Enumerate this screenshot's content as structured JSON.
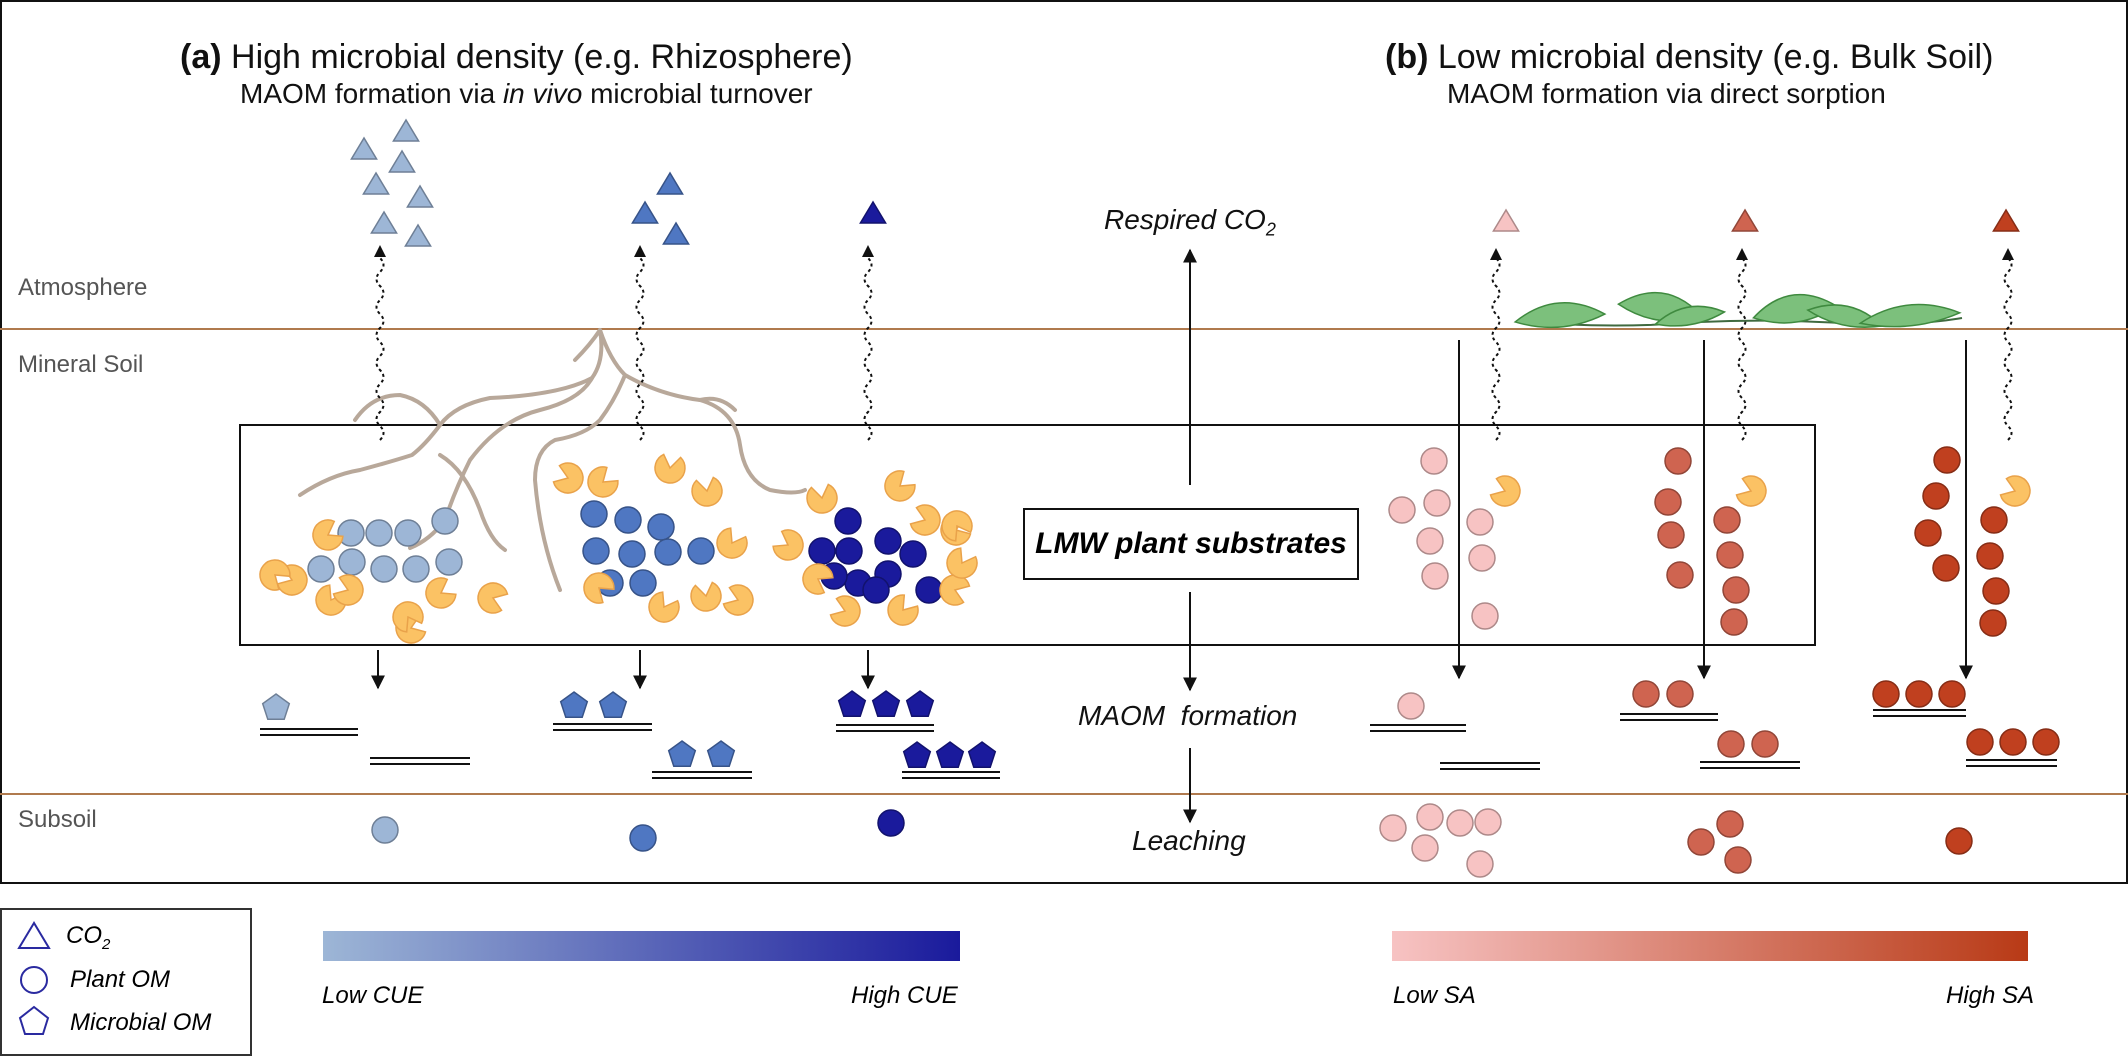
{
  "panel_a": {
    "letter": "(a)",
    "title": "High microbial density (e.g. Rhizosphere)",
    "subtitle_pre": "MAOM formation via ",
    "subtitle_em": "in vivo",
    "subtitle_post": " microbial turnover"
  },
  "panel_b": {
    "letter": "(b)",
    "title": "Low microbial density (e.g. Bulk Soil)",
    "subtitle": "MAOM formation via direct sorption"
  },
  "zones": {
    "atmosphere": "Atmosphere",
    "mineral_soil": "Mineral Soil",
    "subsoil": "Subsoil"
  },
  "center": {
    "respired": "Respired CO",
    "respired_sub": "2",
    "lmw": "LMW plant substrates",
    "maom": "MAOM  formation",
    "leaching": "Leaching"
  },
  "legend": {
    "co2": "CO",
    "co2_sub": "2",
    "plant_om": "Plant OM",
    "microbial_om": "Microbial OM"
  },
  "scales": {
    "cue_low": "Low CUE",
    "cue_high": "High CUE",
    "sa_low": "Low SA",
    "sa_high": "High SA"
  },
  "colors": {
    "blue_light": "#9db6d6",
    "blue_mid": "#4f77c2",
    "blue_dark": "#1a1a9c",
    "red_light": "#f7c3c3",
    "red_mid": "#cf6450",
    "red_dark": "#c0401f",
    "microbe": "#fbc264",
    "root": "#b8a89a",
    "leaf": "#7cc07c",
    "soil_line": "#b07a4e"
  }
}
